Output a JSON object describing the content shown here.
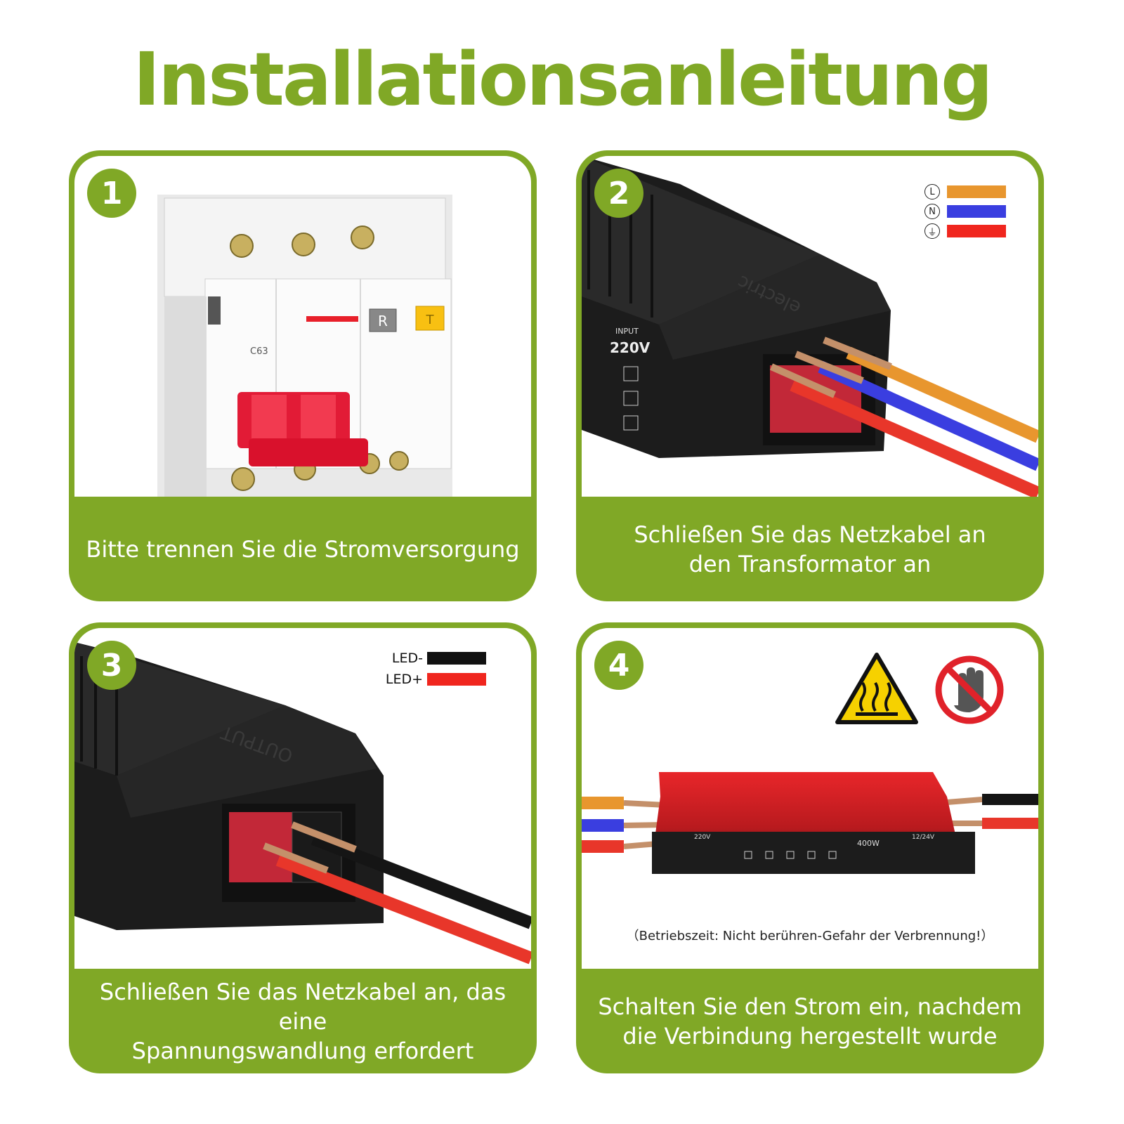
{
  "title": "Installationsanleitung",
  "steps": [
    {
      "number": "1",
      "caption": "Bitte trennen Sie die Stromversorgung"
    },
    {
      "number": "2",
      "caption": "Schließen Sie das Netzkabel an\nden Transformator an"
    },
    {
      "number": "3",
      "caption": "Schließen Sie das Netzkabel an, das eine\nSpannungswandlung erfordert"
    },
    {
      "number": "4",
      "caption": "Schalten Sie den Strom ein, nachdem\ndie Verbindung hergestellt wurde"
    }
  ],
  "step1": {
    "breaker_button_r": "R",
    "breaker_button_t": "T",
    "breaker_model": "C63"
  },
  "step2": {
    "wire_legend": [
      {
        "symbol": "L",
        "color": "#e8962e"
      },
      {
        "symbol": "N",
        "color": "#3a3ee0"
      },
      {
        "symbol": "⏚",
        "color": "#f0261e"
      }
    ],
    "device_brand": "electric",
    "input_label": "INPUT",
    "input_voltage": "220V"
  },
  "step3": {
    "led_legend": [
      {
        "label": "LED-",
        "color": "#111111"
      },
      {
        "label": "LED+",
        "color": "#f0261e"
      }
    ],
    "device_label": "OUTPUT"
  },
  "step4": {
    "icons": [
      "hot-surface-warning-icon",
      "do-not-touch-icon"
    ],
    "power_label": "400W",
    "input_voltage": "220V",
    "output_voltage": "12/24V",
    "note": "（Betriebszeit: Nicht berühren-Gefahr der Verbrennung!）"
  },
  "colors": {
    "accent": "#80a826",
    "red": "#f0261e",
    "blue": "#3a3ee0",
    "orange": "#e8962e"
  }
}
